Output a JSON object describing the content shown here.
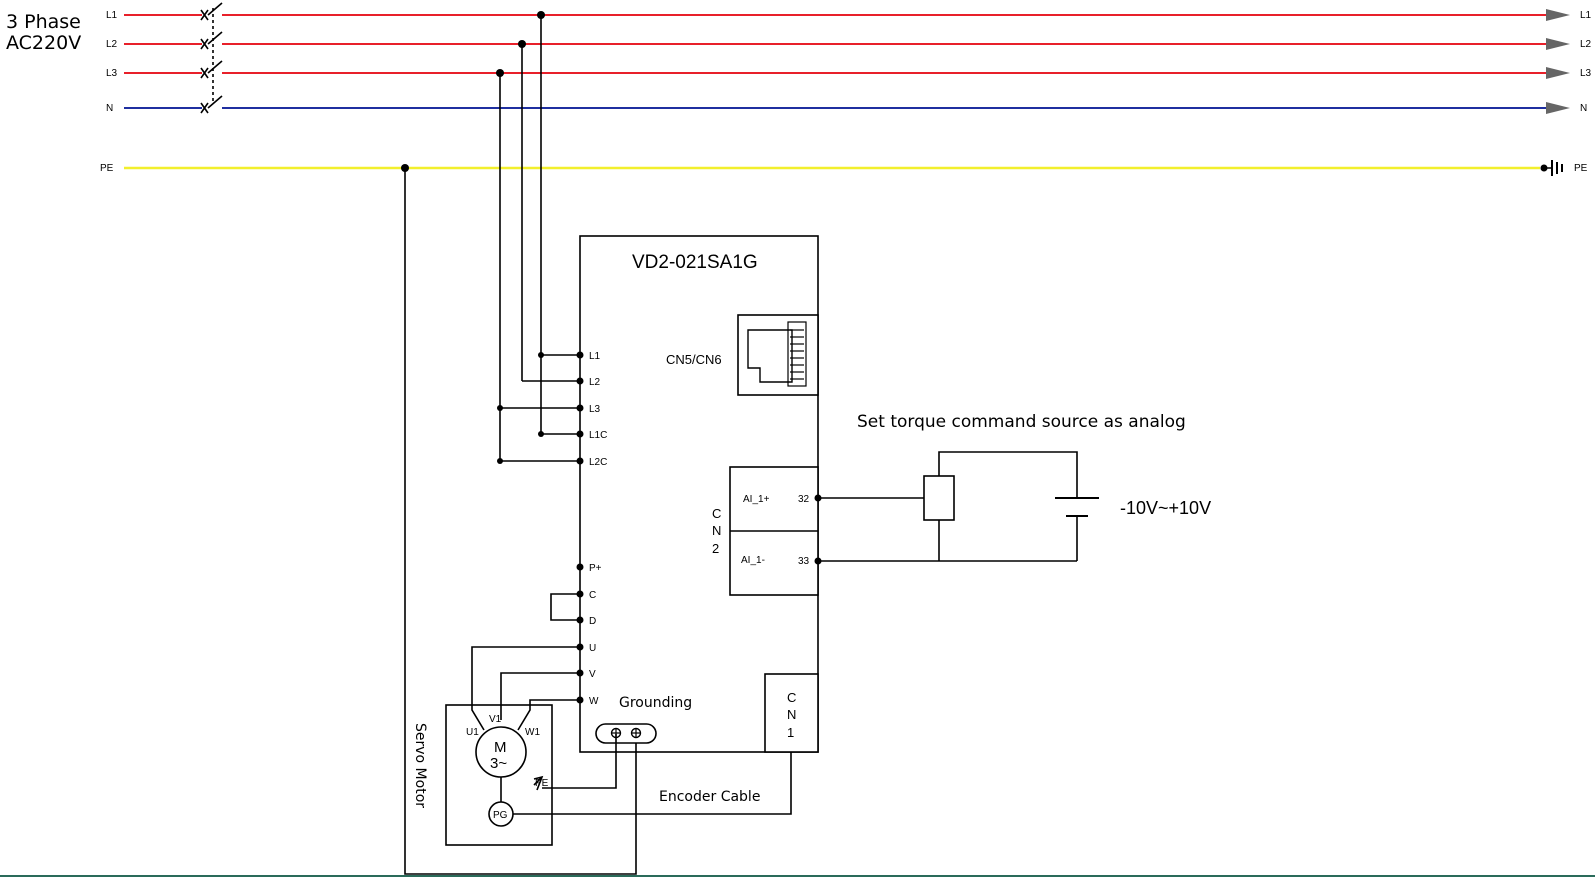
{
  "supply": {
    "line1": "3 Phase",
    "line2": "AC220V",
    "colors": {
      "phase": "#e8202a",
      "neutral": "#1f2fa0",
      "earth": "#f2ef2c"
    }
  },
  "bus": {
    "left_labels": [
      "L1",
      "L2",
      "L3",
      "N",
      "PE"
    ],
    "right_labels": [
      "L1",
      "L2",
      "L3",
      "N",
      "PE"
    ]
  },
  "drive": {
    "model": "VD2-021SA1G",
    "cn5": "CN5/CN6",
    "power_terminals": [
      "L1",
      "L2",
      "L3",
      "L1C",
      "L2C"
    ],
    "brake_terminals": [
      "P+",
      "C",
      "D"
    ],
    "motor_terminals": [
      "U",
      "V",
      "W"
    ],
    "cn2_letters": [
      "C",
      "N",
      "2"
    ],
    "ai_plus": "AI_1+",
    "ai_minus": "AI_1-",
    "pin_32": "32",
    "pin_33": "33",
    "cn1_letters": [
      "C",
      "N",
      "1"
    ]
  },
  "analog": {
    "note": "Set torque command source as analog",
    "range": "-10V~+10V"
  },
  "motor": {
    "label": "Servo Motor",
    "m": "M",
    "m3": "3~",
    "u1": "U1",
    "v1": "V1",
    "w1": "W1",
    "pe": "PE",
    "pg": "PG"
  },
  "grounding": "Grounding",
  "encoder_cable": "Encoder Cable"
}
